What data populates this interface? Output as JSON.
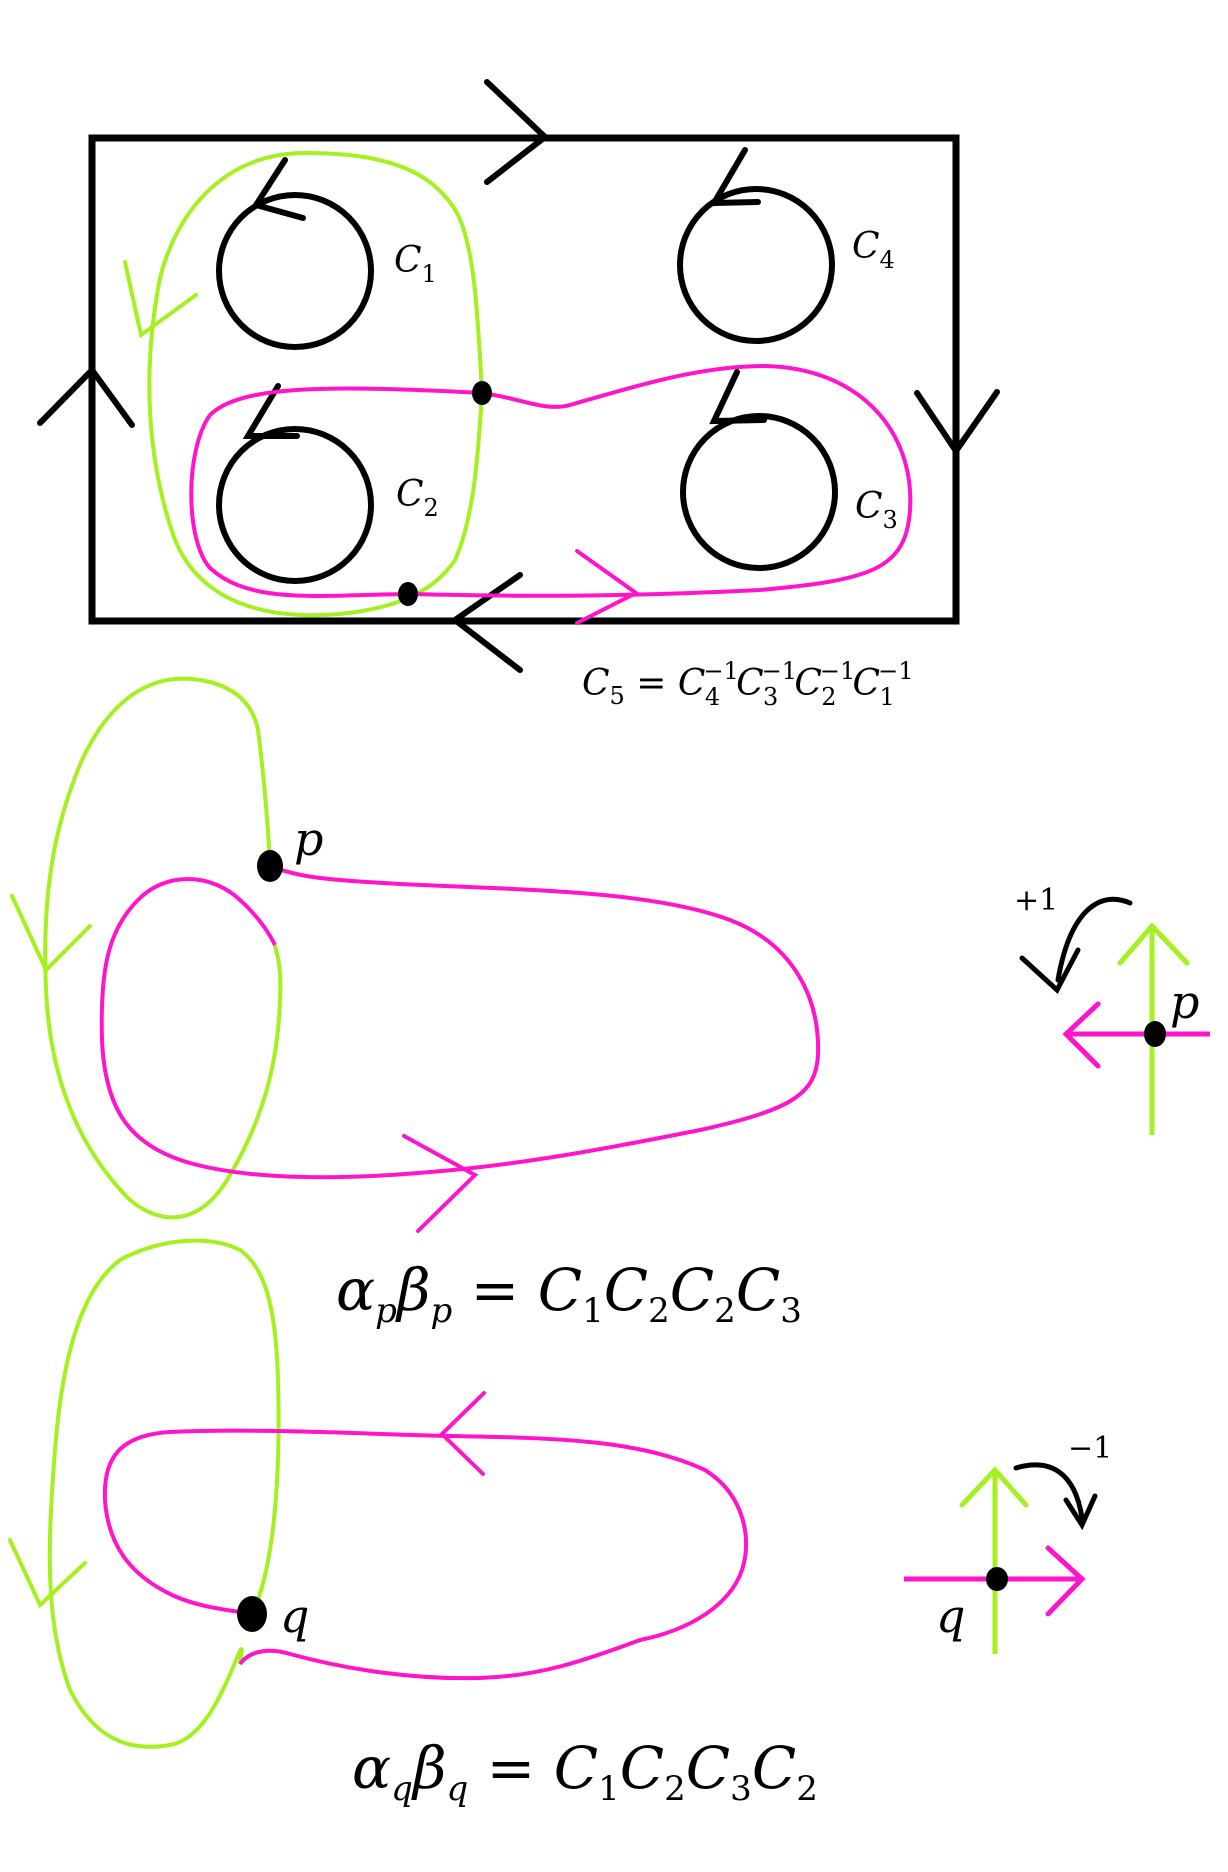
{
  "colors": {
    "green": "#a5f01f",
    "magenta": "#ff14cc",
    "black": "#000000"
  },
  "top": {
    "labels": {
      "c1": "C",
      "c1_sub": "1",
      "c2": "C",
      "c2_sub": "2",
      "c3": "C",
      "c3_sub": "3",
      "c4": "C",
      "c4_sub": "4"
    },
    "relation": {
      "lhs": "C",
      "lhs_sub": "5",
      "eq": " = ",
      "t1": "C",
      "t1_sub": "4",
      "t1_sup": "−1",
      "t2": "C",
      "t2_sub": "3",
      "t2_sup": "−1",
      "t3": "C",
      "t3_sub": "2",
      "t3_sup": "−1",
      "t4": "C",
      "t4_sub": "1",
      "t4_sup": "−1"
    }
  },
  "p_section": {
    "point_label": "p",
    "local_label": "p",
    "sign": "+1",
    "formula": {
      "a": "α",
      "a_sub": "p",
      "b": "β",
      "b_sub": "p",
      "eq": " = ",
      "rhs1": "C",
      "rhs1_sub": "1",
      "rhs2": "C",
      "rhs2_sub": "2",
      "rhs3": "C",
      "rhs3_sub": "2",
      "rhs4": "C",
      "rhs4_sub": "3"
    }
  },
  "q_section": {
    "point_label": "q",
    "local_label": "q",
    "sign": "−1",
    "formula": {
      "a": "α",
      "a_sub": "q",
      "b": "β",
      "b_sub": "q",
      "eq": " = ",
      "rhs1": "C",
      "rhs1_sub": "1",
      "rhs2": "C",
      "rhs2_sub": "2",
      "rhs3": "C",
      "rhs3_sub": "3",
      "rhs4": "C",
      "rhs4_sub": "2"
    }
  }
}
